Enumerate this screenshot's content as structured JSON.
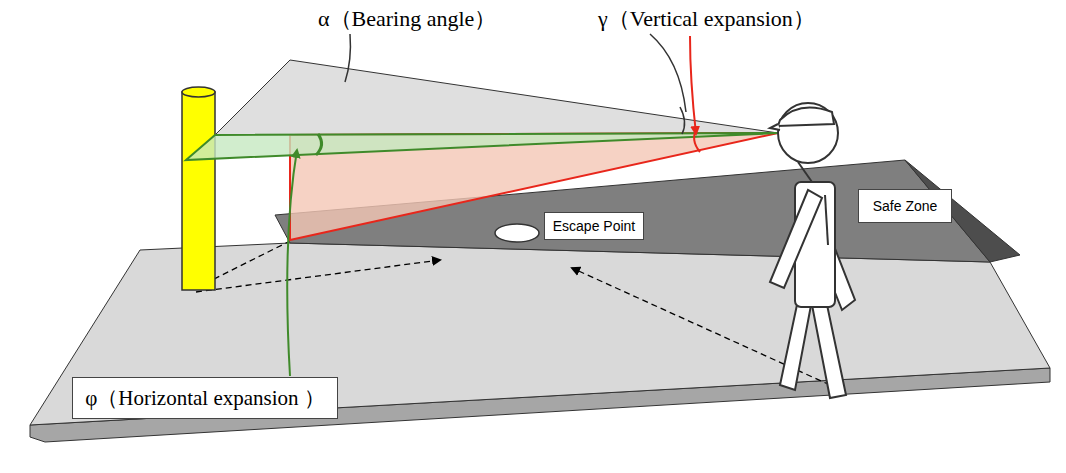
{
  "diagram": {
    "nodes": [
      {
        "text": [
          "Escape Point"
        ]
      },
      {
        "text": [
          "Safe Zone"
        ]
      },
      {
        "text": [
          "φ（Horizontal expansion ）"
        ]
      }
    ],
    "labels": [
      "α（Bearing angle）",
      "γ（Vertical expansion）"
    ]
  }
}
